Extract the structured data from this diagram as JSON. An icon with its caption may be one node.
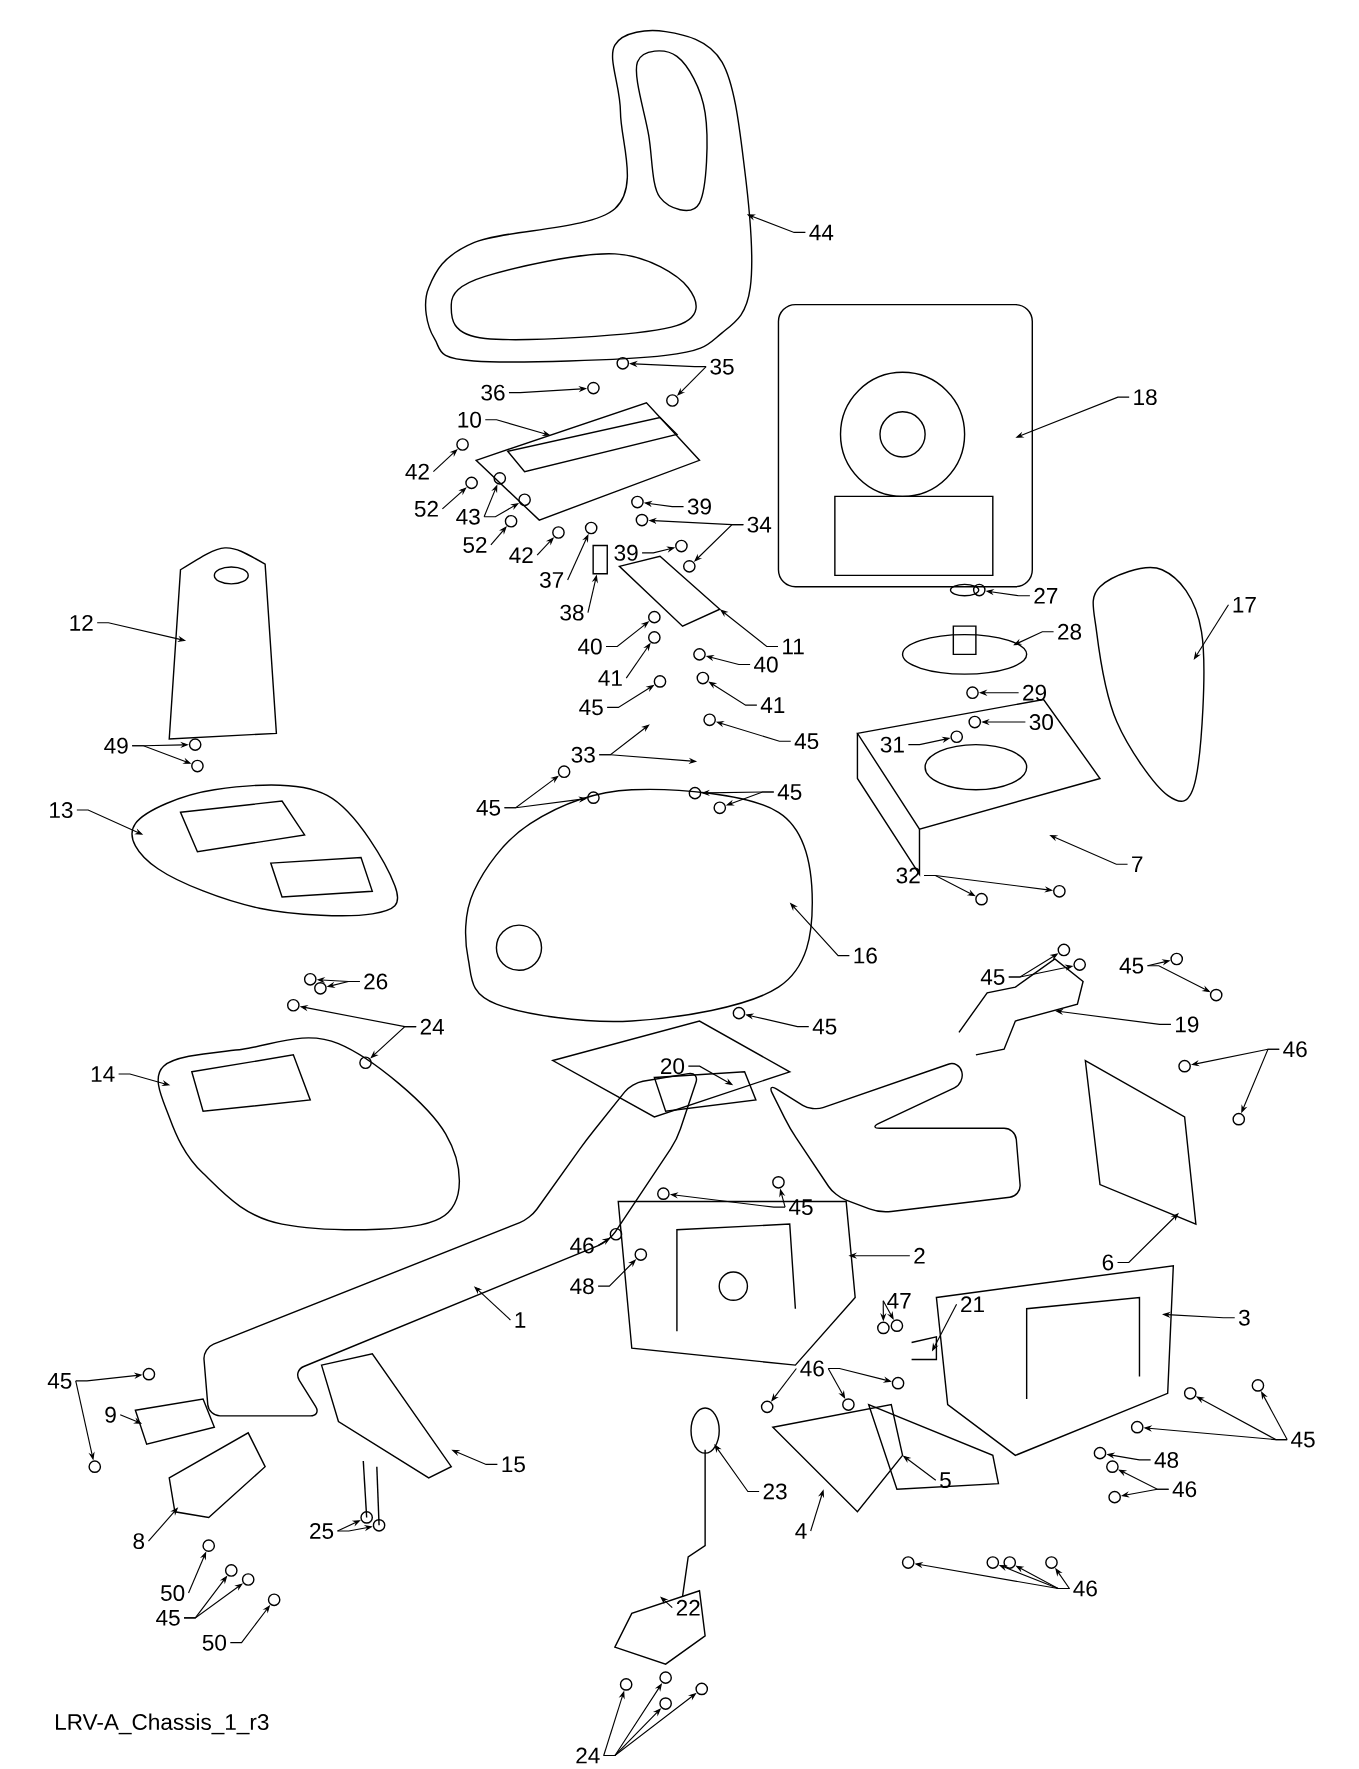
{
  "diagram": {
    "nodes": [
      {
        "text": [
          "44"
        ]
      },
      {
        "text": [
          "35"
        ]
      },
      {
        "text": [
          "36"
        ]
      },
      {
        "text": [
          "18"
        ]
      },
      {
        "text": [
          "10"
        ]
      },
      {
        "text": [
          "42"
        ]
      },
      {
        "text": [
          "52"
        ]
      },
      {
        "text": [
          "39"
        ]
      },
      {
        "text": [
          "43"
        ]
      },
      {
        "text": [
          "34"
        ]
      },
      {
        "text": [
          "52"
        ]
      },
      {
        "text": [
          "39"
        ]
      },
      {
        "text": [
          "42"
        ]
      },
      {
        "text": [
          "37"
        ]
      },
      {
        "text": [
          "17"
        ]
      },
      {
        "text": [
          "27"
        ]
      },
      {
        "text": [
          "38"
        ]
      },
      {
        "text": [
          "12"
        ]
      },
      {
        "text": [
          "28"
        ]
      },
      {
        "text": [
          "40"
        ]
      },
      {
        "text": [
          "11"
        ]
      },
      {
        "text": [
          "40"
        ]
      },
      {
        "text": [
          "41"
        ]
      },
      {
        "text": [
          "29"
        ]
      },
      {
        "text": [
          "41"
        ]
      },
      {
        "text": [
          "45"
        ]
      },
      {
        "text": [
          "30"
        ]
      },
      {
        "text": [
          "45"
        ]
      },
      {
        "text": [
          "31"
        ]
      },
      {
        "text": [
          "49"
        ]
      },
      {
        "text": [
          "33"
        ]
      },
      {
        "text": [
          "45"
        ]
      },
      {
        "text": [
          "45"
        ]
      },
      {
        "text": [
          "13"
        ]
      },
      {
        "text": [
          "7"
        ]
      },
      {
        "text": [
          "32"
        ]
      },
      {
        "text": [
          "16"
        ]
      },
      {
        "text": [
          "45"
        ]
      },
      {
        "text": [
          "45"
        ]
      },
      {
        "text": [
          "26"
        ]
      },
      {
        "text": [
          "19"
        ]
      },
      {
        "text": [
          "24"
        ]
      },
      {
        "text": [
          "45"
        ]
      },
      {
        "text": [
          "46"
        ]
      },
      {
        "text": [
          "14"
        ]
      },
      {
        "text": [
          "20"
        ]
      },
      {
        "text": [
          "45"
        ]
      },
      {
        "text": [
          "46"
        ]
      },
      {
        "text": [
          "48"
        ]
      },
      {
        "text": [
          "2"
        ]
      },
      {
        "text": [
          "6"
        ]
      },
      {
        "text": [
          "47"
        ]
      },
      {
        "text": [
          "21"
        ]
      },
      {
        "text": [
          "1"
        ]
      },
      {
        "text": [
          "3"
        ]
      },
      {
        "text": [
          "46"
        ]
      },
      {
        "text": [
          "45"
        ]
      },
      {
        "text": [
          "9"
        ]
      },
      {
        "text": [
          "45"
        ]
      },
      {
        "text": [
          "15"
        ]
      },
      {
        "text": [
          "48"
        ]
      },
      {
        "text": [
          "5"
        ]
      },
      {
        "text": [
          "46"
        ]
      },
      {
        "text": [
          "23"
        ]
      },
      {
        "text": [
          "8"
        ]
      },
      {
        "text": [
          "25"
        ]
      },
      {
        "text": [
          "4"
        ]
      },
      {
        "text": [
          "46"
        ]
      },
      {
        "text": [
          "50"
        ]
      },
      {
        "text": [
          "22"
        ]
      },
      {
        "text": [
          "45"
        ]
      },
      {
        "text": [
          "50"
        ]
      },
      {
        "text": [
          "24"
        ]
      },
      {
        "text": [],
        "shape": "circle"
      },
      {
        "text": [],
        "shape": "circle"
      },
      {
        "text": [],
        "shape": "circle"
      },
      {
        "text": [],
        "shape": "circle"
      },
      {
        "text": [],
        "shape": "circle"
      },
      {
        "text": [],
        "shape": "circle"
      },
      {
        "text": [],
        "shape": "circle"
      },
      {
        "text": [],
        "shape": "circle"
      },
      {
        "text": [],
        "shape": "circle"
      },
      {
        "text": [],
        "shape": "circle"
      },
      {
        "text": [],
        "shape": "circle"
      },
      {
        "text": [],
        "shape": "circle"
      },
      {
        "text": [],
        "shape": "circle"
      },
      {
        "text": [],
        "shape": "circle"
      },
      {
        "text": [],
        "shape": "circle"
      },
      {
        "text": [],
        "shape": "circle"
      },
      {
        "text": [],
        "shape": "circle"
      },
      {
        "text": [],
        "shape": "circle"
      },
      {
        "text": [],
        "shape": "circle"
      },
      {
        "text": [],
        "shape": "circle"
      },
      {
        "text": [],
        "shape": "circle"
      },
      {
        "text": [],
        "shape": "circle"
      },
      {
        "text": [],
        "shape": "circle"
      },
      {
        "text": [],
        "shape": "circle"
      },
      {
        "text": [],
        "shape": "circle"
      },
      {
        "text": [],
        "shape": "circle"
      },
      {
        "text": [],
        "shape": "circle"
      },
      {
        "text": [],
        "shape": "circle"
      },
      {
        "text": [],
        "shape": "circle"
      },
      {
        "text": [],
        "shape": "circle"
      },
      {
        "text": [],
        "shape": "circle"
      },
      {
        "text": [],
        "shape": "circle"
      },
      {
        "text": [],
        "shape": "circle"
      },
      {
        "text": [],
        "shape": "circle"
      },
      {
        "text": [],
        "shape": "circle"
      },
      {
        "text": [],
        "shape": "circle"
      },
      {
        "text": [],
        "shape": "circle"
      },
      {
        "text": [],
        "shape": "circle"
      },
      {
        "text": [],
        "shape": "circle"
      },
      {
        "text": [],
        "shape": "circle"
      },
      {
        "text": [],
        "shape": "circle"
      },
      {
        "text": [],
        "shape": "circle"
      },
      {
        "text": [],
        "shape": "circle"
      },
      {
        "text": [],
        "shape": "circle"
      },
      {
        "text": [],
        "shape": "circle"
      },
      {
        "text": [],
        "shape": "circle"
      },
      {
        "text": [],
        "shape": "circle"
      },
      {
        "text": [],
        "shape": "circle"
      },
      {
        "text": [],
        "shape": "circle"
      },
      {
        "text": [],
        "shape": "circle"
      },
      {
        "text": [],
        "shape": "circle"
      },
      {
        "text": [],
        "shape": "circle"
      },
      {
        "text": [],
        "shape": "circle"
      },
      {
        "text": [],
        "shape": "circle"
      },
      {
        "text": [],
        "shape": "circle"
      },
      {
        "text": [],
        "shape": "circle"
      },
      {
        "text": [],
        "shape": "circle"
      },
      {
        "text": [],
        "shape": "circle"
      },
      {
        "text": [],
        "shape": "circle"
      },
      {
        "text": [],
        "shape": "circle"
      },
      {
        "text": [],
        "shape": "circle"
      },
      {
        "text": [],
        "shape": "circle"
      },
      {
        "text": [],
        "shape": "circle"
      },
      {
        "text": [],
        "shape": "circle"
      },
      {
        "text": [],
        "shape": "circle"
      },
      {
        "text": [],
        "shape": "circle"
      },
      {
        "text": [],
        "shape": "circle"
      },
      {
        "text": [],
        "shape": "circle"
      },
      {
        "text": [],
        "shape": "circle"
      },
      {
        "text": [],
        "shape": "circle"
      },
      {
        "text": [],
        "shape": "circle"
      },
      {
        "text": [],
        "shape": "circle"
      },
      {
        "text": [],
        "shape": "circle"
      },
      {
        "text": [],
        "shape": "circle"
      },
      {
        "text": [],
        "shape": "box"
      }
    ],
    "edges": [
      {
        "from": 0,
        "to": null,
        "arrow": "to"
      },
      {
        "from": 1,
        "to": 73,
        "arrow": "to"
      },
      {
        "from": 1,
        "to": 74,
        "arrow": "to"
      },
      {
        "from": 2,
        "to": 75,
        "arrow": "to"
      },
      {
        "from": 3,
        "to": null,
        "arrow": "to"
      },
      {
        "from": 4,
        "to": null,
        "arrow": "to"
      },
      {
        "from": 5,
        "to": 76,
        "arrow": "to"
      },
      {
        "from": 6,
        "to": 77,
        "arrow": "to"
      },
      {
        "from": 7,
        "to": 78,
        "arrow": "to"
      },
      {
        "from": 8,
        "to": 79,
        "arrow": "to"
      },
      {
        "from": 8,
        "to": 80,
        "arrow": "to"
      },
      {
        "from": 9,
        "to": 81,
        "arrow": "to"
      },
      {
        "from": 9,
        "to": 82,
        "arrow": "to"
      },
      {
        "from": 10,
        "to": 83,
        "arrow": "to"
      },
      {
        "from": 11,
        "to": 84,
        "arrow": "to"
      },
      {
        "from": 12,
        "to": 85,
        "arrow": "to"
      },
      {
        "from": 13,
        "to": 86,
        "arrow": "to"
      },
      {
        "from": 14,
        "to": null,
        "arrow": "to"
      },
      {
        "from": 15,
        "to": 87,
        "arrow": "to"
      },
      {
        "from": 16,
        "to": 147,
        "arrow": "to"
      },
      {
        "from": 17,
        "to": null,
        "arrow": "to"
      },
      {
        "from": 18,
        "to": null,
        "arrow": "to"
      },
      {
        "from": 19,
        "to": 88,
        "arrow": "to"
      },
      {
        "from": 20,
        "to": null,
        "arrow": "to"
      },
      {
        "from": 21,
        "to": 89,
        "arrow": "to"
      },
      {
        "from": 22,
        "to": 90,
        "arrow": "to"
      },
      {
        "from": 23,
        "to": 91,
        "arrow": "to"
      },
      {
        "from": 24,
        "to": 92,
        "arrow": "to"
      },
      {
        "from": 25,
        "to": 93,
        "arrow": "to"
      },
      {
        "from": 26,
        "to": 94,
        "arrow": "to"
      },
      {
        "from": 27,
        "to": 95,
        "arrow": "to"
      },
      {
        "from": 28,
        "to": 96,
        "arrow": "to"
      },
      {
        "from": 29,
        "to": 97,
        "arrow": "to"
      },
      {
        "from": 29,
        "to": 98,
        "arrow": "to"
      },
      {
        "from": 30,
        "to": null,
        "arrow": "to"
      },
      {
        "from": 30,
        "to": null,
        "arrow": "to"
      },
      {
        "from": 31,
        "to": 99,
        "arrow": "to"
      },
      {
        "from": 31,
        "to": 100,
        "arrow": "to"
      },
      {
        "from": 32,
        "to": 101,
        "arrow": "to"
      },
      {
        "from": 32,
        "to": 102,
        "arrow": "to"
      },
      {
        "from": 33,
        "to": null,
        "arrow": "to"
      },
      {
        "from": 34,
        "to": null,
        "arrow": "to"
      },
      {
        "from": 35,
        "to": 103,
        "arrow": "to"
      },
      {
        "from": 35,
        "to": 104,
        "arrow": "to"
      },
      {
        "from": 36,
        "to": null,
        "arrow": "to"
      },
      {
        "from": 37,
        "to": 105,
        "arrow": "to"
      },
      {
        "from": 37,
        "to": 106,
        "arrow": "to"
      },
      {
        "from": 38,
        "to": 107,
        "arrow": "to"
      },
      {
        "from": 38,
        "to": 108,
        "arrow": "to"
      },
      {
        "from": 39,
        "to": 109,
        "arrow": "to"
      },
      {
        "from": 39,
        "to": 110,
        "arrow": "to"
      },
      {
        "from": 40,
        "to": null,
        "arrow": "to"
      },
      {
        "from": 41,
        "to": 111,
        "arrow": "to"
      },
      {
        "from": 41,
        "to": 112,
        "arrow": "to"
      },
      {
        "from": 42,
        "to": 113,
        "arrow": "to"
      },
      {
        "from": 43,
        "to": 114,
        "arrow": "to"
      },
      {
        "from": 43,
        "to": 115,
        "arrow": "to"
      },
      {
        "from": 44,
        "to": null,
        "arrow": "to"
      },
      {
        "from": 45,
        "to": null,
        "arrow": "to"
      },
      {
        "from": 46,
        "to": 116,
        "arrow": "to"
      },
      {
        "from": 46,
        "to": 117,
        "arrow": "to"
      },
      {
        "from": 47,
        "to": 118,
        "arrow": "to"
      },
      {
        "from": 48,
        "to": 119,
        "arrow": "to"
      },
      {
        "from": 49,
        "to": null,
        "arrow": "to"
      },
      {
        "from": 50,
        "to": null,
        "arrow": "to"
      },
      {
        "from": 51,
        "to": 120,
        "arrow": "to"
      },
      {
        "from": 51,
        "to": 121,
        "arrow": "to"
      },
      {
        "from": 52,
        "to": null,
        "arrow": "to"
      },
      {
        "from": 53,
        "to": null,
        "arrow": "to"
      },
      {
        "from": 54,
        "to": null,
        "arrow": "to"
      },
      {
        "from": 55,
        "to": 122,
        "arrow": "to"
      },
      {
        "from": 55,
        "to": 123,
        "arrow": "to"
      },
      {
        "from": 55,
        "to": 124,
        "arrow": "to"
      },
      {
        "from": 56,
        "to": 125,
        "arrow": "to"
      },
      {
        "from": 56,
        "to": 126,
        "arrow": "to"
      },
      {
        "from": 57,
        "to": null,
        "arrow": "to"
      },
      {
        "from": 58,
        "to": 127,
        "arrow": "to"
      },
      {
        "from": 58,
        "to": 128,
        "arrow": "to"
      },
      {
        "from": 58,
        "to": 129,
        "arrow": "to"
      },
      {
        "from": 59,
        "to": null,
        "arrow": "to"
      },
      {
        "from": 60,
        "to": 130,
        "arrow": "to"
      },
      {
        "from": 61,
        "to": null,
        "arrow": "to"
      },
      {
        "from": 62,
        "to": 131,
        "arrow": "to"
      },
      {
        "from": 62,
        "to": 132,
        "arrow": "to"
      },
      {
        "from": 63,
        "to": null,
        "arrow": "to"
      },
      {
        "from": 64,
        "to": null,
        "arrow": "to"
      },
      {
        "from": 65,
        "to": 133,
        "arrow": "to"
      },
      {
        "from": 65,
        "to": 134,
        "arrow": "to"
      },
      {
        "from": 66,
        "to": null,
        "arrow": "to"
      },
      {
        "from": 67,
        "to": 135,
        "arrow": "to"
      },
      {
        "from": 67,
        "to": 136,
        "arrow": "to"
      },
      {
        "from": 67,
        "to": 137,
        "arrow": "to"
      },
      {
        "from": 67,
        "to": 138,
        "arrow": "to"
      },
      {
        "from": 68,
        "to": 139,
        "arrow": "to"
      },
      {
        "from": 69,
        "to": null,
        "arrow": "to"
      },
      {
        "from": 70,
        "to": 140,
        "arrow": "to"
      },
      {
        "from": 70,
        "to": 141,
        "arrow": "to"
      },
      {
        "from": 71,
        "to": 142,
        "arrow": "to"
      },
      {
        "from": 72,
        "to": 143,
        "arrow": "to"
      },
      {
        "from": 72,
        "to": 144,
        "arrow": "to"
      },
      {
        "from": 72,
        "to": 145,
        "arrow": "to"
      },
      {
        "from": 72,
        "to": 146,
        "arrow": "to"
      }
    ],
    "labels": [
      "LRV-A_Chassis_1_r3"
    ]
  }
}
